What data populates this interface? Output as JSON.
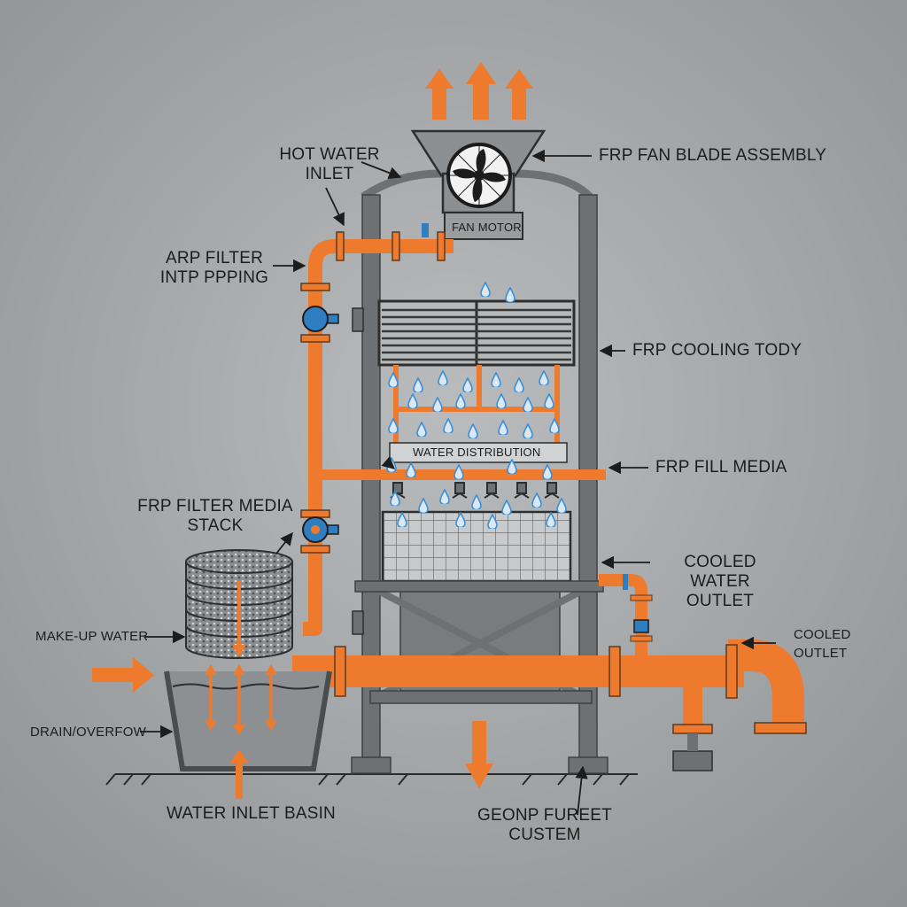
{
  "labels": {
    "hot_water_inlet": "HOT WATER\nINLET",
    "fan_blade_assembly": "FRP FAN BLADE ASSEMBLY",
    "fan_motor": "FAN MOTOR",
    "arp_filter_piping": "ARP FILTER\nINTP PPPING",
    "cooling_body": "FRP COOLING TODY",
    "water_distribution": "WATER DISTRIBUTION",
    "fill_media": "FRP FILL MEDIA",
    "filter_media_stack": "FRP FILTER MEDIA\nSTACK",
    "cooled_water_outlet": "COOLED WATER\nOUTLET",
    "make_up_water": "MAKE-UP WATER",
    "cooled_outlet": "COOLED\nOUTLET",
    "drain_overflow": "DRAIN/OVERFOW",
    "water_inlet_basin": "WATER INLET BASIN",
    "ground_support": "GEONP FUREET\nCUSTEM"
  },
  "colors": {
    "background": "#a9abad",
    "steel": "#6e7173",
    "pipe": "#ee7a2e",
    "water": "#3b8fd6",
    "valve": "#2f7ec2",
    "ink": "#1c1c1c"
  }
}
